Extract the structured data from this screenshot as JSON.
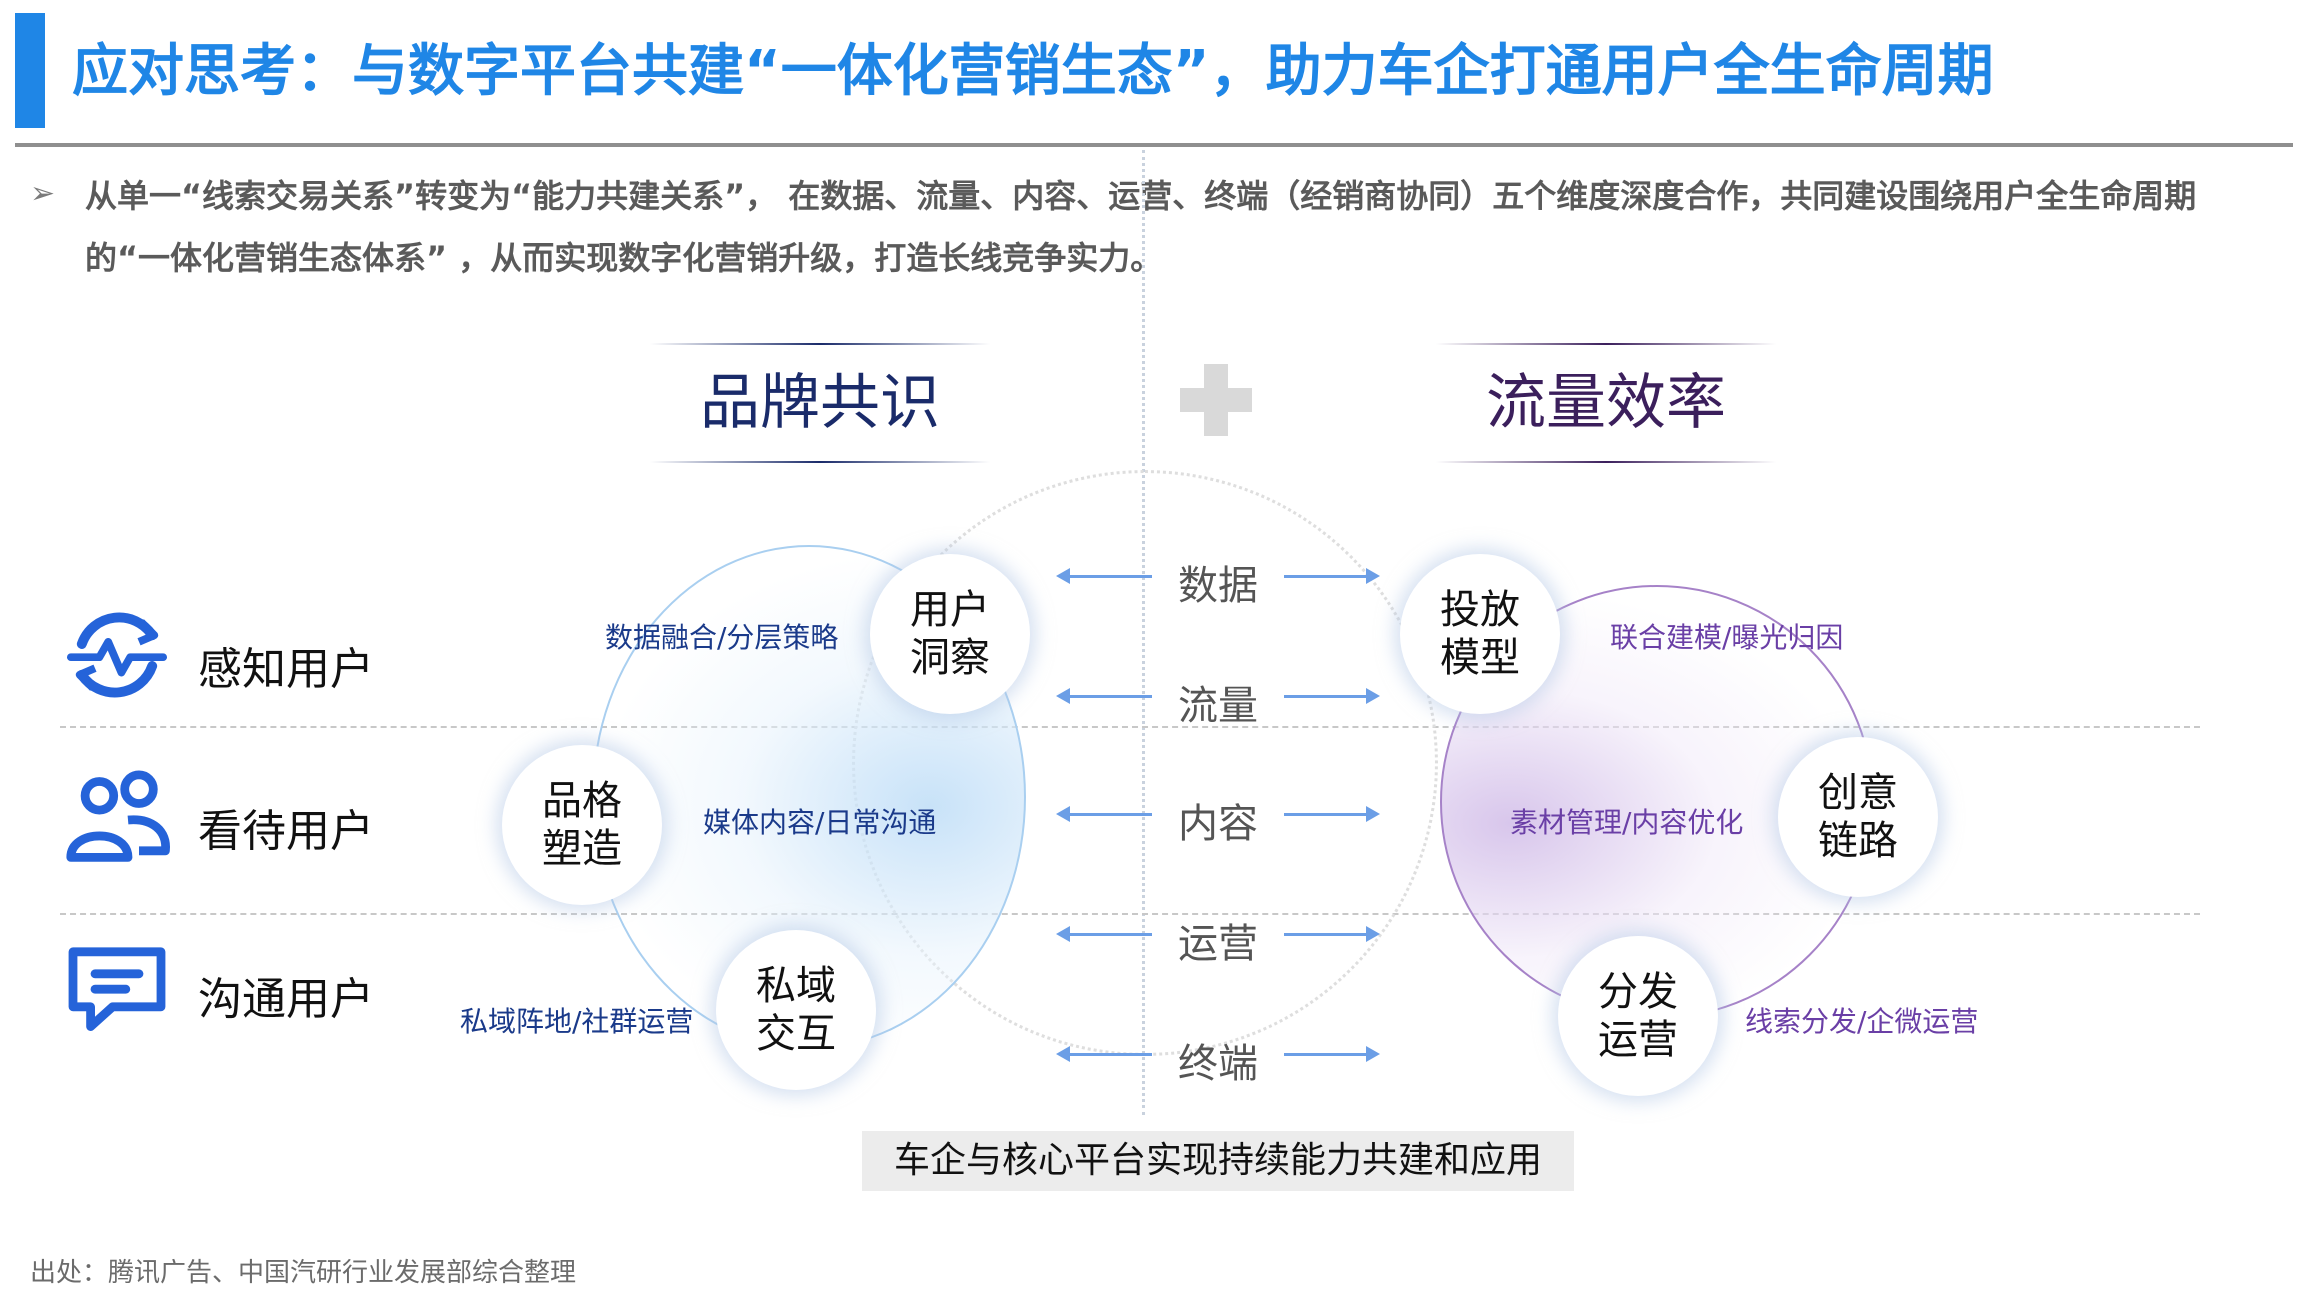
{
  "header": {
    "title": "应对思考：与数字平台共建“一体化营销生态”，助力车企打通用户全生命周期"
  },
  "intro": {
    "text": "从单一“线索交易关系”转变为“能力共建关系”， 在数据、流量、内容、运营、终端（经销商协同）五个维度深度合作，共同建设围绕用户全生命周期的“一体化营销生态体系” ，从而实现数字化营销升级，打造长线竞争实力。"
  },
  "pillars": {
    "brand": "品牌共识",
    "traffic": "流量效率"
  },
  "categories": [
    {
      "label": "感知用户",
      "icon": "pulse-sync-icon"
    },
    {
      "label": "看待用户",
      "icon": "users-icon"
    },
    {
      "label": "沟通用户",
      "icon": "chat-icon"
    }
  ],
  "brand_nodes": [
    {
      "line1": "用户",
      "line2": "洞察",
      "desc": "数据融合/分层策略"
    },
    {
      "line1": "品格",
      "line2": "塑造",
      "desc": "媒体内容/日常沟通"
    },
    {
      "line1": "私域",
      "line2": "交互",
      "desc": "私域阵地/社群运营"
    }
  ],
  "traffic_nodes": [
    {
      "line1": "投放",
      "line2": "模型",
      "desc": "联合建模/曝光归因"
    },
    {
      "line1": "创意",
      "line2": "链路",
      "desc": "素材管理/内容优化"
    },
    {
      "line1": "分发",
      "line2": "运营",
      "desc": "线索分发/企微运营"
    }
  ],
  "dimensions": [
    "数据",
    "流量",
    "内容",
    "运营",
    "终端"
  ],
  "bottom_box": "车企与核心平台实现持续能力共建和应用",
  "source": "出处：腾讯广告、中国汽研行业发展部综合整理",
  "colors": {
    "accent_blue": "#1f86e6",
    "brand_navy": "#1a2b6a",
    "traffic_purple": "#3b1f5c",
    "label_purple": "#6a3fa6",
    "arrow_blue": "#6b9ee6"
  }
}
